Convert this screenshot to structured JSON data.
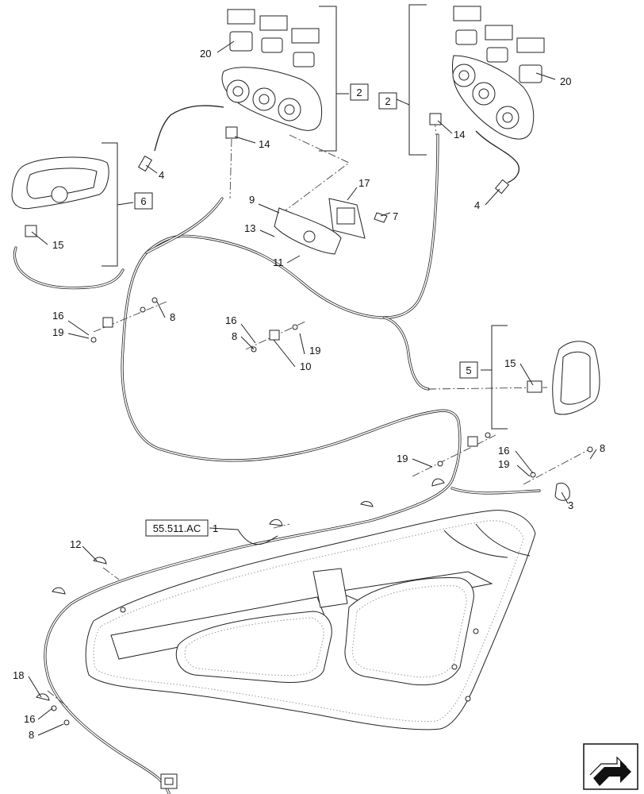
{
  "reference_box": "55.511.AC",
  "group_labels": [
    {
      "id": "g2a",
      "text": "2"
    },
    {
      "id": "g2b",
      "text": "2"
    },
    {
      "id": "g6",
      "text": "6"
    },
    {
      "id": "g5",
      "text": "5"
    }
  ],
  "callouts": [
    {
      "id": "c20a",
      "text": "20"
    },
    {
      "id": "c20b",
      "text": "20"
    },
    {
      "id": "c14a",
      "text": "14"
    },
    {
      "id": "c14b",
      "text": "14"
    },
    {
      "id": "c4a",
      "text": "4"
    },
    {
      "id": "c4b",
      "text": "4"
    },
    {
      "id": "c17",
      "text": "17"
    },
    {
      "id": "c9",
      "text": "9"
    },
    {
      "id": "c7",
      "text": "7"
    },
    {
      "id": "c13",
      "text": "13"
    },
    {
      "id": "c11",
      "text": "11"
    },
    {
      "id": "c15a",
      "text": "15"
    },
    {
      "id": "c15b",
      "text": "15"
    },
    {
      "id": "c16a",
      "text": "16"
    },
    {
      "id": "c19a",
      "text": "19"
    },
    {
      "id": "c8a",
      "text": "8"
    },
    {
      "id": "c16b",
      "text": "16"
    },
    {
      "id": "c8b",
      "text": "8"
    },
    {
      "id": "c19b",
      "text": "19"
    },
    {
      "id": "c10",
      "text": "10"
    },
    {
      "id": "c19c",
      "text": "19"
    },
    {
      "id": "c16c",
      "text": "16"
    },
    {
      "id": "c19d",
      "text": "19"
    },
    {
      "id": "c8c",
      "text": "8"
    },
    {
      "id": "c3",
      "text": "3"
    },
    {
      "id": "c1",
      "text": "1"
    },
    {
      "id": "c12",
      "text": "12"
    },
    {
      "id": "c18",
      "text": "18"
    },
    {
      "id": "c16d",
      "text": "16"
    },
    {
      "id": "c8d",
      "text": "8"
    }
  ],
  "icons": {
    "nav": "next-page-arrow-icon"
  }
}
